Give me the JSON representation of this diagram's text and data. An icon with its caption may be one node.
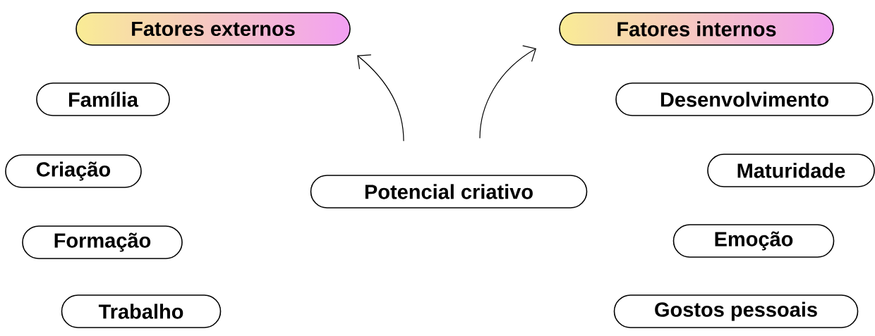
{
  "diagram": {
    "nodes": [
      {
        "text": [
          "Fatores externos"
        ]
      },
      {
        "text": [
          "Fatores internos"
        ]
      },
      {
        "text": [
          "Família"
        ]
      },
      {
        "text": [
          "Criação"
        ]
      },
      {
        "text": [
          "Formação"
        ]
      },
      {
        "text": [
          "Trabalho"
        ]
      },
      {
        "text": [
          "Potencial criativo"
        ]
      },
      {
        "text": [
          "Desenvolvimento"
        ]
      },
      {
        "text": [
          "Maturidade"
        ]
      },
      {
        "text": [
          "Emoção"
        ]
      },
      {
        "text": [
          "Gostos pessoais"
        ]
      }
    ],
    "edges": [
      {
        "from": 6,
        "to": 0,
        "arrow": "to"
      },
      {
        "from": 6,
        "to": 1,
        "arrow": "to"
      }
    ]
  }
}
